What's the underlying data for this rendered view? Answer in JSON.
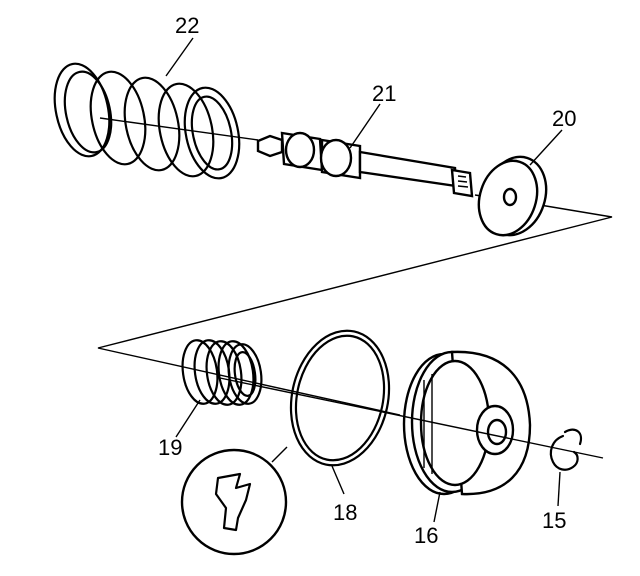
{
  "callouts": {
    "spring_large": "22",
    "shaft": "21",
    "washer": "20",
    "spring_small": "19",
    "o_ring": "18",
    "cap": "16",
    "snap_ring": "15"
  }
}
